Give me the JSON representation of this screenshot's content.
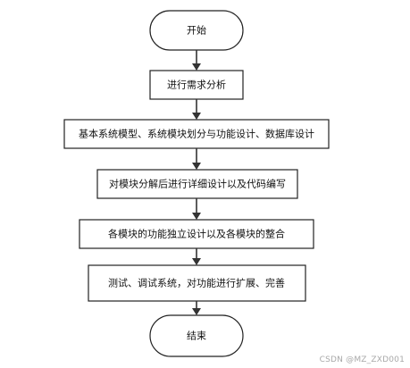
{
  "flowchart": {
    "start": "开始",
    "steps": [
      "进行需求分析",
      "基本系统模型、系统模块划分与功能设计、数据库设计",
      "对模块分解后进行详细设计以及代码编写",
      "各模块的功能独立设计以及各模块的整合",
      "测试、调试系统，对功能进行扩展、完善"
    ],
    "end": "结束"
  },
  "watermark": "CSDN @MZ_ZXD001"
}
